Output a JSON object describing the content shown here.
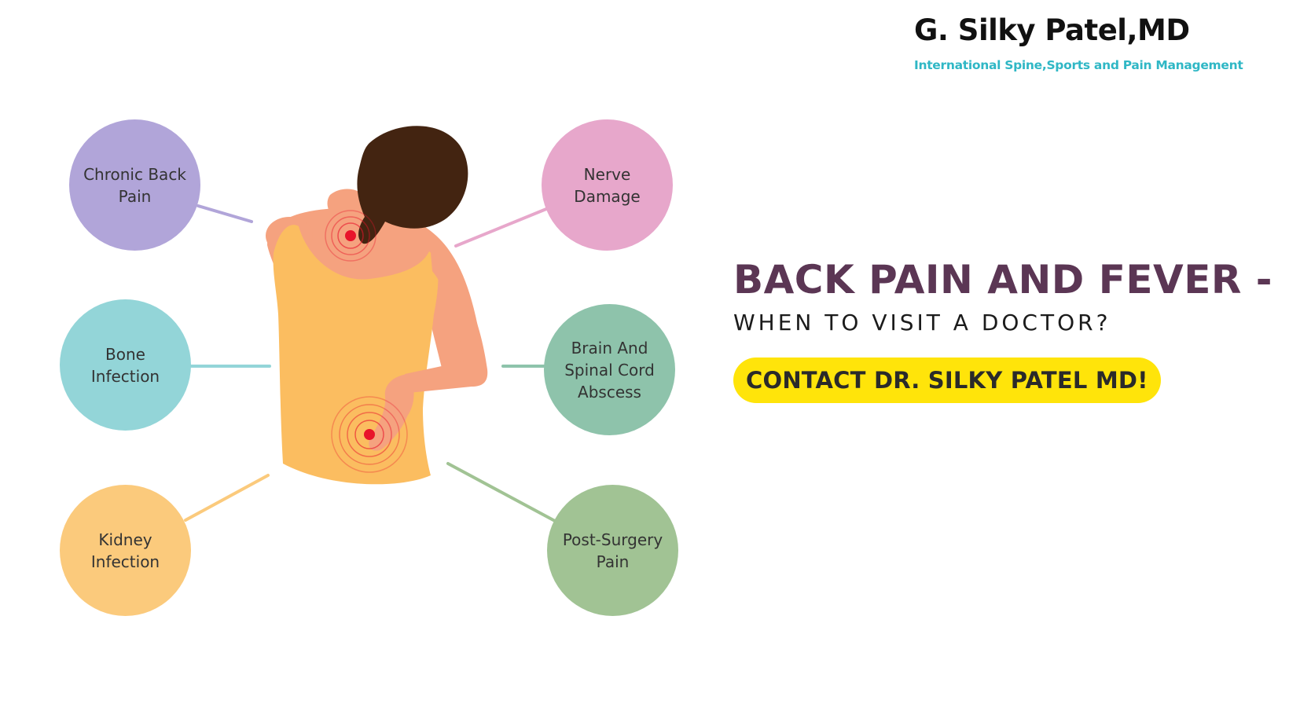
{
  "brand": {
    "name": "G. Silky Patel,MD",
    "tagline": "International Spine,Sports and Pain Management"
  },
  "conditions": [
    {
      "label": "Chronic Back Pain",
      "color": "#b1a5d9"
    },
    {
      "label": "Bone Infection",
      "color": "#93d5d8"
    },
    {
      "label": "Kidney Infection",
      "color": "#fbca7c"
    },
    {
      "label": "Nerve Damage",
      "color": "#e7a7cb"
    },
    {
      "label": "Brain And Spinal Cord Abscess",
      "color": "#8ec3ab"
    },
    {
      "label": "Post-Surgery Pain",
      "color": "#a1c394"
    }
  ],
  "headline": {
    "main": "BACK PAIN AND FEVER -",
    "sub": "WHEN TO VISIT A DOCTOR?"
  },
  "cta": {
    "label": "CONTACT DR. SILKY PATEL MD!",
    "color": "#ffe40a"
  },
  "illustration": {
    "hair_color": "#432411",
    "skin_color": "#f5a27f",
    "top_color": "#fbbd60",
    "pain_color": "#e8142b"
  }
}
